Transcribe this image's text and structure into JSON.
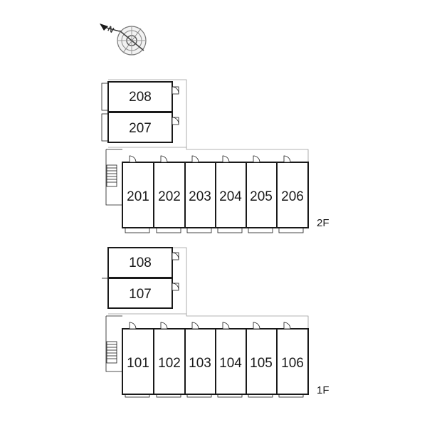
{
  "compass": {
    "label": "N"
  },
  "floors": [
    {
      "label": "2F",
      "side_units": [
        "208",
        "207"
      ],
      "row_units": [
        "201",
        "202",
        "203",
        "204",
        "205",
        "206"
      ]
    },
    {
      "label": "1F",
      "side_units": [
        "108",
        "107"
      ],
      "row_units": [
        "101",
        "102",
        "103",
        "104",
        "105",
        "106"
      ]
    }
  ]
}
